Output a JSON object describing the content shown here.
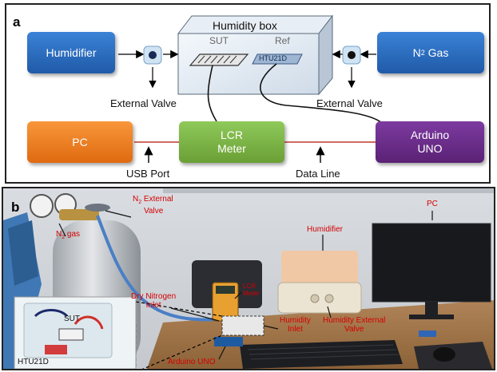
{
  "panel_a": {
    "letter": "a",
    "humidity_box": {
      "title": "Humidity box",
      "sut": "SUT",
      "ref": "Ref",
      "sensor": "HTU21D"
    },
    "humidifier": "Humidifier",
    "n2_gas_prefix": "N",
    "n2_gas_sub": "2",
    "n2_gas_suffix": " Gas",
    "pc": "PC",
    "lcr_line1": "LCR",
    "lcr_line2": "Meter",
    "arduino_line1": "Arduino",
    "arduino_line2": "UNO",
    "external_valve_left": "External Valve",
    "external_valve_right": "External Valve",
    "usb_port": "USB Port",
    "data_line": "Data Line",
    "colors": {
      "blue": "#2f6fc0",
      "orange": "#ef7d22",
      "green": "#7cb342",
      "purple": "#6b2d8a",
      "wire_red": "#c0392b"
    }
  },
  "panel_b": {
    "letter": "b",
    "n2_external_valve_prefix": "N",
    "n2_external_valve_sub": "2",
    "n2_external_valve_line1": " External",
    "n2_external_valve_line2": "Valve",
    "n2_gas_prefix": "N",
    "n2_gas_sub": "2",
    "n2_gas_suffix": " gas",
    "pc": "PC",
    "humidifier": "Humidifier",
    "lcr_line1": "LCR",
    "lcr_line2": "Meter",
    "dry_nitrogen_line1": "Dry Nitrogen",
    "dry_nitrogen_line2": "Inlet",
    "humidity_inlet_line1": "Humidity",
    "humidity_inlet_line2": "Inlet",
    "humidity_external_line1": "Humidity External",
    "humidity_external_line2": "Valve",
    "arduino_uno": "Arduino UNO",
    "sut": "SUT",
    "htu21d": "HTU21D"
  }
}
